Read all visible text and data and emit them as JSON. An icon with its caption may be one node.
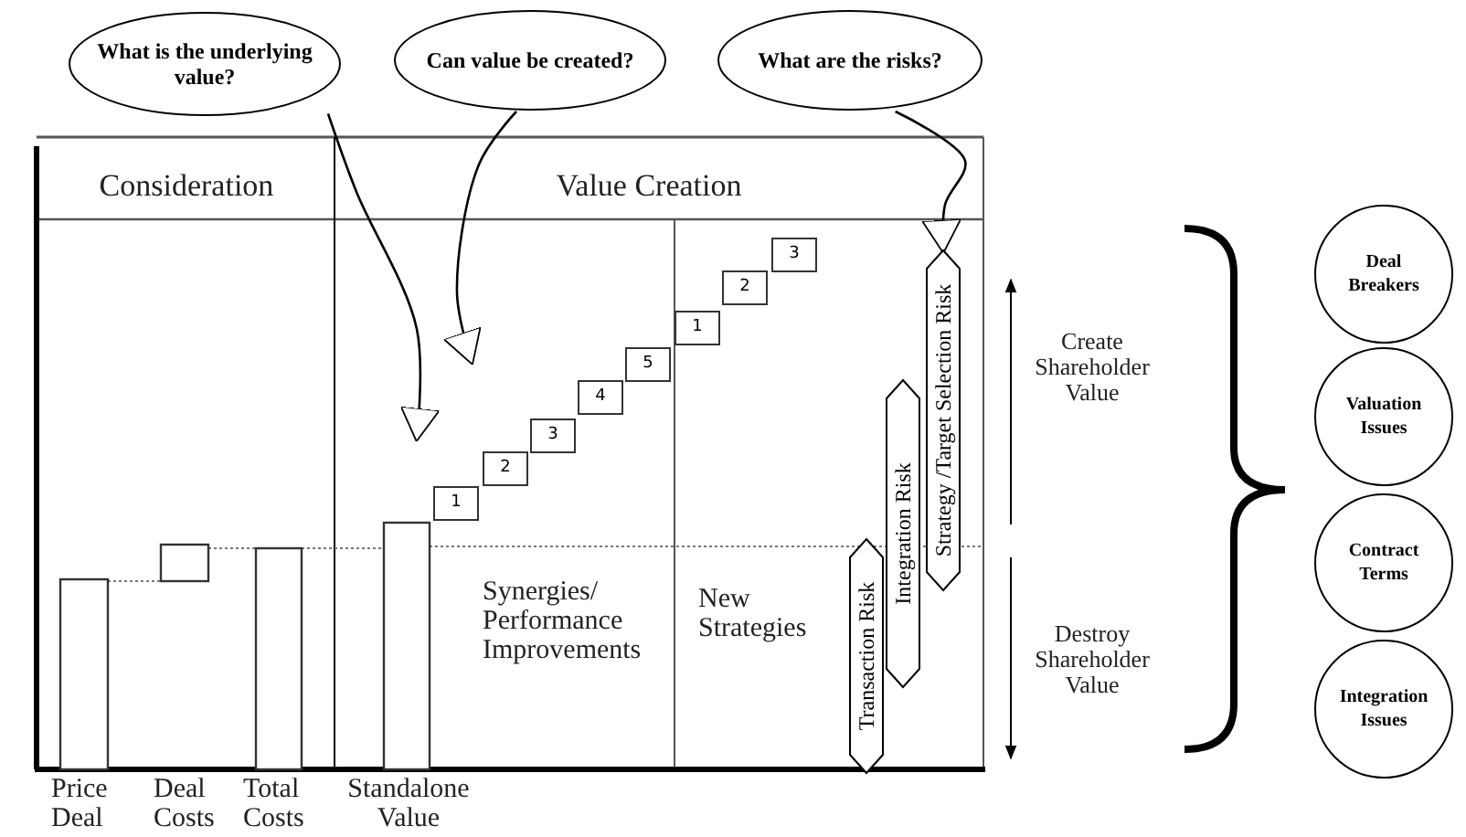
{
  "diagram": {
    "nodes": [
      {
        "text": [
          "What is the underlying value?"
        ]
      },
      {
        "text": [
          "Can value be created?"
        ]
      },
      {
        "text": [
          "What are the risks?"
        ]
      },
      {
        "text": [
          "1"
        ]
      },
      {
        "text": [
          "2"
        ]
      },
      {
        "text": [
          "3"
        ]
      },
      {
        "text": [
          "4"
        ]
      },
      {
        "text": [
          "5"
        ]
      },
      {
        "text": [
          "1"
        ]
      },
      {
        "text": [
          "2"
        ]
      },
      {
        "text": [
          "3"
        ]
      },
      {
        "text": [
          "Transaction Risk"
        ]
      },
      {
        "text": [
          "Integration Risk"
        ]
      },
      {
        "text": [
          "Strategy /Target Selection Risk"
        ]
      },
      {
        "text": [
          "Deal Breakers"
        ]
      },
      {
        "text": [
          "Valuation Issues"
        ]
      },
      {
        "text": [
          "Contract Terms"
        ]
      },
      {
        "text": [
          "Integration Issues"
        ]
      }
    ],
    "edges": [
      {
        "from": 0,
        "to": null,
        "arrow": "to"
      },
      {
        "from": 1,
        "to": null,
        "arrow": "to"
      },
      {
        "from": 2,
        "to": 13,
        "arrow": "to"
      }
    ],
    "labels": [
      "Consideration",
      "Value Creation",
      "Synergies/ Performance Improvements",
      "New Strategies",
      "Create Shareholder Value",
      "Destroy Shareholder Value",
      "Price Deal",
      "Deal Costs",
      "Total Costs",
      "Standalone Value"
    ]
  }
}
